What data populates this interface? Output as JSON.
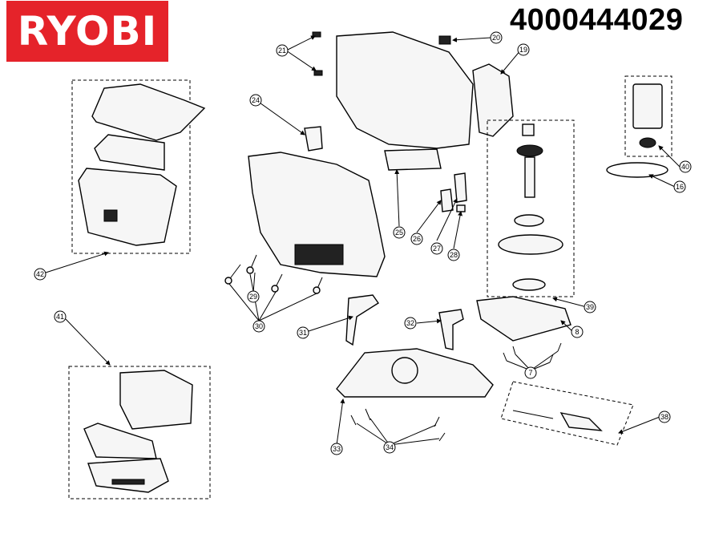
{
  "brand": {
    "name": "RYOBI",
    "color": "#e5232a"
  },
  "part_number": "4000444029",
  "callouts": [
    "42",
    "41",
    "21",
    "20",
    "19",
    "24",
    "25",
    "26",
    "27",
    "28",
    "29",
    "30",
    "31",
    "32",
    "33",
    "34",
    "39",
    "8",
    "7",
    "38",
    "40",
    "16"
  ]
}
